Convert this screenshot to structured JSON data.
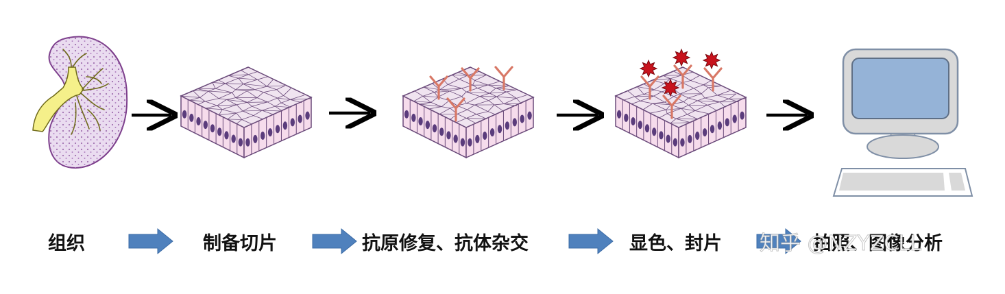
{
  "steps": [
    {
      "label": "组织",
      "illustration": "kidney-tissue"
    },
    {
      "label": "制备切片",
      "illustration": "tissue-section"
    },
    {
      "label": "抗原修复、抗体杂交",
      "illustration": "section-with-antibodies"
    },
    {
      "label": "显色、封片",
      "illustration": "section-with-stained-antibodies"
    },
    {
      "label": "拍照、图像分析",
      "illustration": "computer-monitor"
    }
  ],
  "watermark": "知乎 @NZYZCLL",
  "colors": {
    "kidney_fill": "#eadcf0",
    "kidney_outline": "#7d3f8c",
    "ureter_fill": "#f5f08a",
    "ureter_outline": "#6f6a1a",
    "cell_top": "#f0e4f0",
    "cell_side": "#f6dcec",
    "cell_outline": "#6a4a7a",
    "nucleus": "#5a3c7c",
    "antibody": "#d87866",
    "stain": "#c8121c",
    "monitor_screen": "#95b3d7",
    "monitor_body": "#d9d9d9",
    "block_arrow": "#4f81bd",
    "line_arrow": "#000000"
  }
}
